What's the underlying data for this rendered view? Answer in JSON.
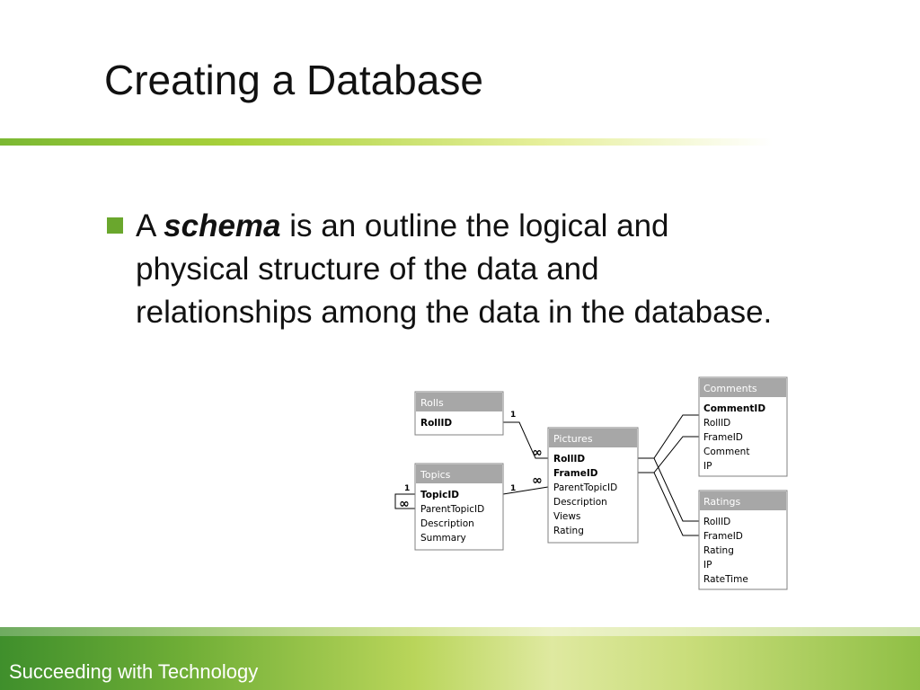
{
  "slide": {
    "title": "Creating a Database",
    "bullet": {
      "prefix": "A",
      "term": "schema",
      "rest": "is an outline the logical and physical structure of the data and relationships among the data in the database."
    },
    "footer": "Succeeding with Technology"
  },
  "diagram": {
    "tables": [
      {
        "name": "Rolls",
        "fields": [
          "RollID"
        ],
        "keys": [
          0
        ]
      },
      {
        "name": "Topics",
        "fields": [
          "TopicID",
          "ParentTopicID",
          "Description",
          "Summary"
        ],
        "keys": [
          0
        ]
      },
      {
        "name": "Pictures",
        "fields": [
          "RollID",
          "FrameID",
          "ParentTopicID",
          "Description",
          "Views",
          "Rating"
        ],
        "keys": [
          0,
          1
        ]
      },
      {
        "name": "Comments",
        "fields": [
          "CommentID",
          "RollID",
          "FrameID",
          "Comment",
          "IP"
        ],
        "keys": [
          0
        ]
      },
      {
        "name": "Ratings",
        "fields": [
          "RollID",
          "FrameID",
          "Rating",
          "IP",
          "RateTime"
        ],
        "keys": []
      }
    ],
    "relations": [
      {
        "from": "Rolls.RollID",
        "to": "Pictures.RollID",
        "one": "1",
        "many": "∞"
      },
      {
        "from": "Topics.TopicID",
        "to": "Pictures.ParentTopicID",
        "one": "1",
        "many": "∞"
      },
      {
        "from": "Topics.TopicID",
        "to": "Topics.ParentTopicID",
        "one": "1",
        "many": "∞"
      },
      {
        "from": "Pictures.RollID",
        "to": "Comments.RollID"
      },
      {
        "from": "Pictures.FrameID",
        "to": "Comments.FrameID"
      },
      {
        "from": "Pictures.RollID",
        "to": "Ratings.RollID"
      },
      {
        "from": "Pictures.FrameID",
        "to": "Ratings.FrameID"
      }
    ],
    "colors": {
      "titlebar": "#a7a7a7",
      "frame": "#808080"
    }
  }
}
